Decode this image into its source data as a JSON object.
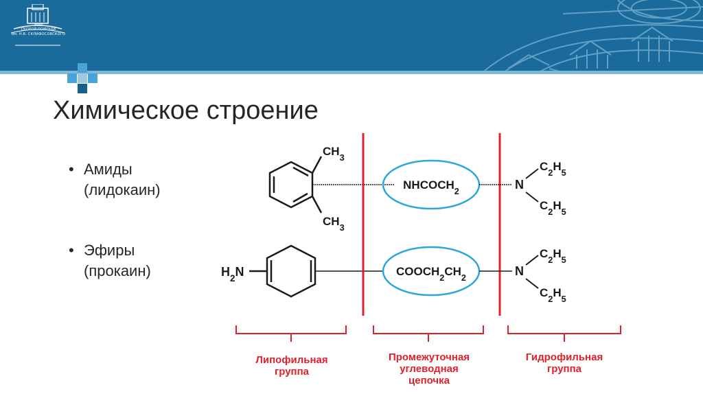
{
  "header": {
    "logo_line1": "НИИ",
    "logo_line2": "СКОРОЙ ПОМОЩИ",
    "logo_line3": "им. Н.В. СКЛИФОСОВСКОГО",
    "colors": {
      "band": "#1a6a9c",
      "strip": "#7fb8d6"
    }
  },
  "slide": {
    "title": "Химическое строение",
    "bullets": [
      {
        "line1": "Амиды",
        "line2": "(лидокаин)"
      },
      {
        "line1": "Эфиры",
        "line2": "(прокаин)"
      }
    ]
  },
  "diagram": {
    "lidocaine": {
      "top_methyl": "CH3",
      "bottom_methyl": "CH3",
      "chain": "NHCOCH2",
      "amine": "N",
      "ethyl_top": "C2H5",
      "ethyl_bottom": "C2H5"
    },
    "procaine": {
      "amino": "H2N",
      "chain": "COOCH2CH2",
      "amine": "N",
      "ethyl_top": "C2H5",
      "ethyl_bottom": "C2H5"
    },
    "groups": [
      {
        "line1": "Липофильная",
        "line2": "группа",
        "line3": ""
      },
      {
        "line1": "Промежуточная",
        "line2": "углеводная",
        "line3": "цепочка"
      },
      {
        "line1": "Гидрофильная",
        "line2": "группа",
        "line3": ""
      }
    ],
    "colors": {
      "divider": "#e0202a",
      "ellipse": "#2aa7dc",
      "label": "#e0202a"
    }
  }
}
